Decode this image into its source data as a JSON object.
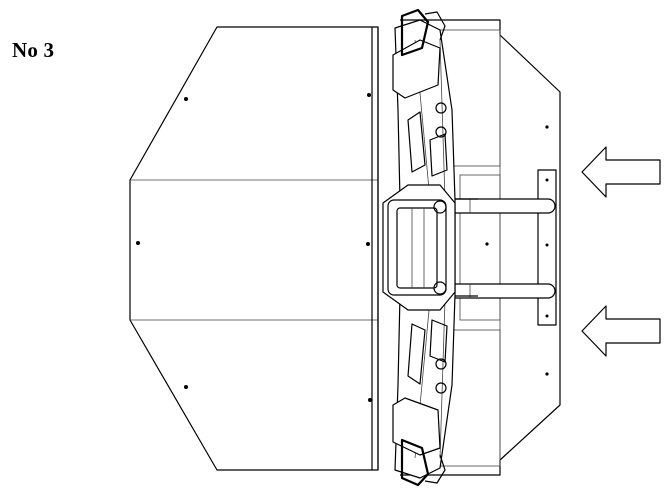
{
  "figure": {
    "caption": "No 3",
    "arrows": [
      {
        "id": "arrow-upper",
        "direction": "left"
      },
      {
        "id": "arrow-lower",
        "direction": "left"
      }
    ],
    "colors": {
      "line": "#000000",
      "background": "#ffffff"
    }
  }
}
